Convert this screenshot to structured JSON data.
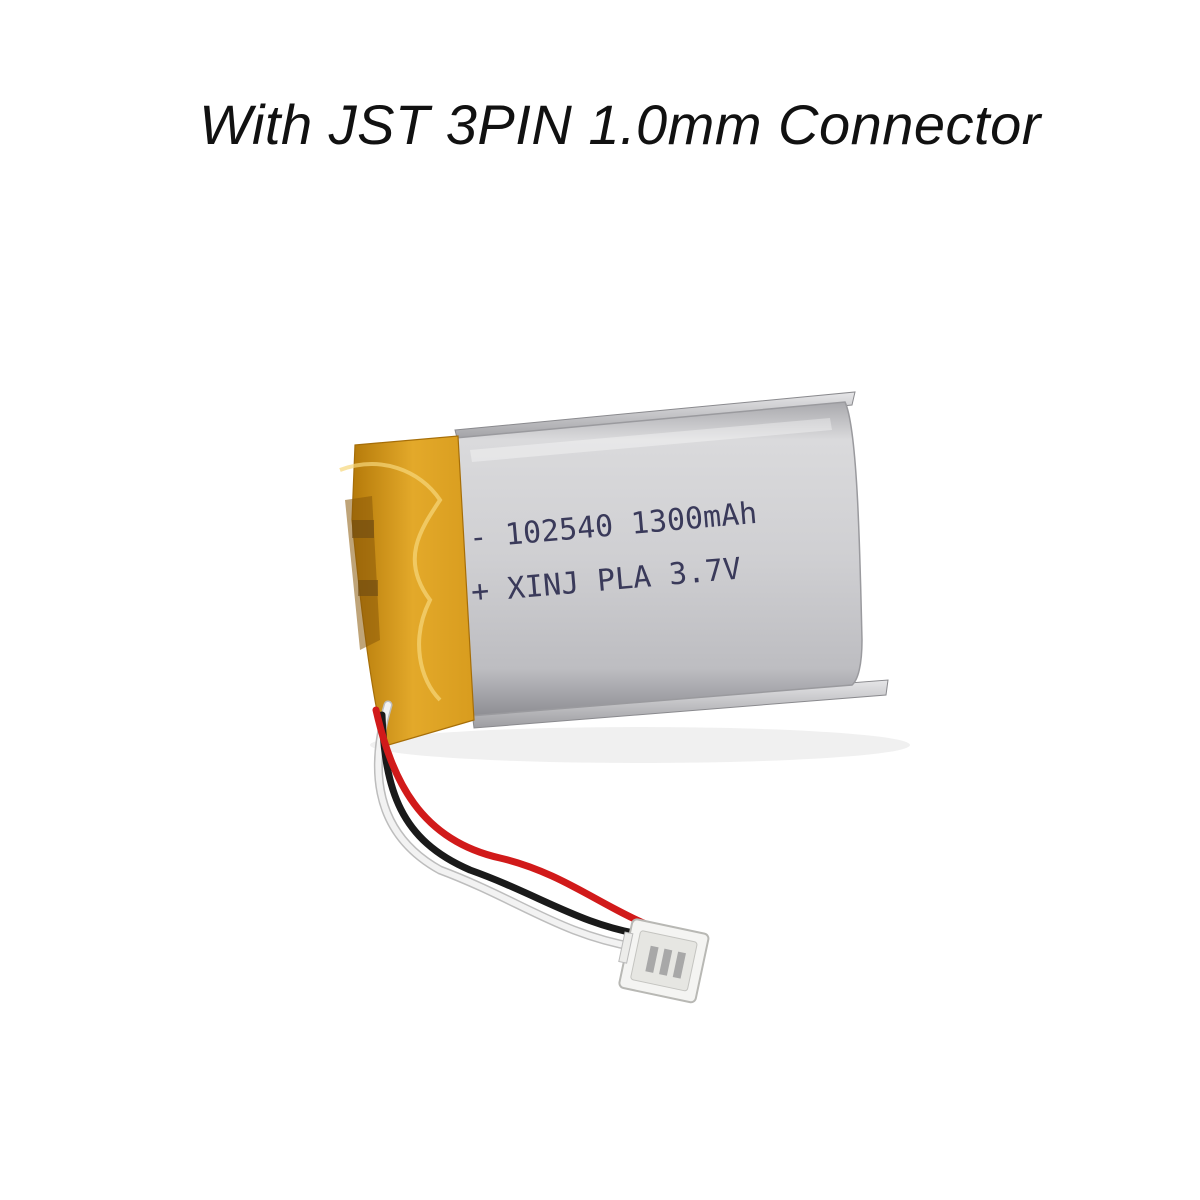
{
  "caption": "With JST 3PIN 1.0mm Connector",
  "battery": {
    "label_line_1": "- 102540 1300mAh",
    "label_line_2": "+ XINJ PLA  3.7V"
  },
  "colors": {
    "background": "#ffffff",
    "cell_silver": "#c9c9cc",
    "kapton_tape": "#e0a520",
    "wire_red": "#d11a1a",
    "wire_black": "#1a1a1a",
    "wire_white": "#ececec",
    "connector": "#f4f4f2"
  }
}
